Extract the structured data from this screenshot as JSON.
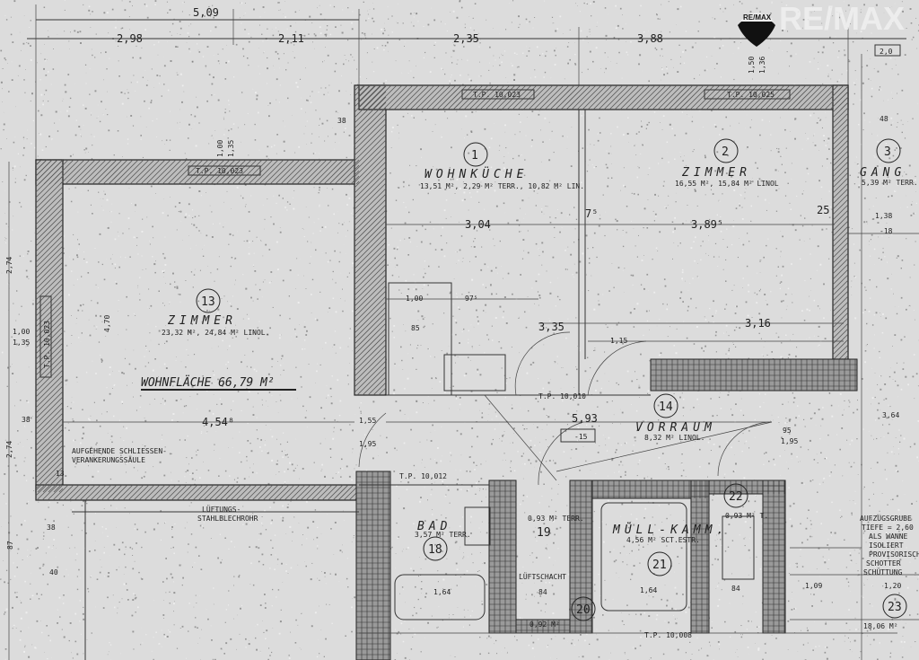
{
  "logo": {
    "text": "RE/MAX",
    "badge_text": "RE/MAX"
  },
  "dimensions_top": {
    "overall": "5,09",
    "seg1": "2,98",
    "seg2": "2,11",
    "seg3": "2,35",
    "seg4": "3,88"
  },
  "rooms": [
    {
      "number": "1",
      "name": "WOHNKÜCHE",
      "area": "13,51 M², 2,29 M² TERR., 10,82 M² LIN."
    },
    {
      "number": "2",
      "name": "ZIMMER",
      "area": "16,55 M², 15,84 M² LINOL"
    },
    {
      "number": "3",
      "name": "GANG",
      "area": "5,39 M² TERR."
    },
    {
      "number": "13",
      "name": "ZIMMER",
      "area": "23,32 M², 24,84 M² LINOL."
    },
    {
      "number": "14",
      "name": "VORRAUM",
      "area": "8,32 M² LINOL."
    },
    {
      "number": "18",
      "name": "BAD",
      "area": "3,57 M² TERR."
    },
    {
      "number": "19",
      "name": "",
      "area": "0,93 M² TERR."
    },
    {
      "number": "20",
      "name": "",
      "area": "0,92 M²"
    },
    {
      "number": "21",
      "name": "MÜLL-KAMM.",
      "area": "4,56 M² SCT.ESTR."
    },
    {
      "number": "22",
      "name": "",
      "area": "0,93 M² T."
    },
    {
      "number": "23",
      "name": "",
      "area": "18,06 M²"
    }
  ],
  "wohnflaeche": "WOHNFLÄCHE 66,79 M²",
  "notes": {
    "anchors": "AUFGEHENDE SCHLIESSEN-VERANKERUNGSSÄULE",
    "anchors_l1": "AUFGEHENDE SCHLIESSEN-",
    "anchors_l2": "VERANKERUNGSSÄULE",
    "vent_l1": "LÜFTUNGS-",
    "vent_l2": "STAHLBLECHROHR",
    "shaft": "LÜFTSCHACHT",
    "right_l1": "AUFZUGSGRUBE",
    "right_l2": "TIEFE = 2,60",
    "right_l3": "ALS WANNE",
    "right_l4": "ISOLIERT",
    "right_l5": "PROVISORISCH",
    "right_l6": "SCHOTTER",
    "right_l7": "SCHÜTTUNG"
  },
  "window_labels": {
    "w1": "T.P. 10,023",
    "w2": "T.P. 10,023",
    "w3": "T.P. 10,025",
    "w4": "T.P. 10,023",
    "w5": "T.P. 10,012",
    "w6": "T.P. 10,010",
    "w7": "T.P. 10,008"
  },
  "dims": {
    "d_304": "3,04",
    "d_3895": "3,89⁵",
    "d_75": "7⁵",
    "d_25": "25",
    "d_335": "3,35",
    "d_316": "3,16",
    "d_100": "1,00",
    "d_975": "97⁵",
    "d_85": "85",
    "d_454": "4,54⁸",
    "d_593": "5,93",
    "d_38a": "38",
    "d_38b": "38",
    "d_38c": "38",
    "d_274a": "2,74",
    "d_274b": "2,74",
    "d_100b": "1,00",
    "d_135": "1,35",
    "d_470": "4,70",
    "d_100c": "1,00",
    "d_135c": "1,35",
    "d_150": "1,50",
    "d_136": "1,36",
    "d_164a": "1,64",
    "d_164b": "1,64",
    "d_84a": "84",
    "d_84b": "84",
    "d_109": "1,09",
    "d_120": "1,20",
    "d_364": "3,64",
    "d_15": "-15",
    "d_95": "95",
    "d_195": "1,95",
    "d_155": "1,55",
    "d_195b": "1,95",
    "d_115": "1,15",
    "d_40": "40",
    "d_87": "87",
    "d_13": "13",
    "d_138": "1,38",
    "d_18": "-18",
    "d_20": "2,0",
    "d_48": "48"
  }
}
